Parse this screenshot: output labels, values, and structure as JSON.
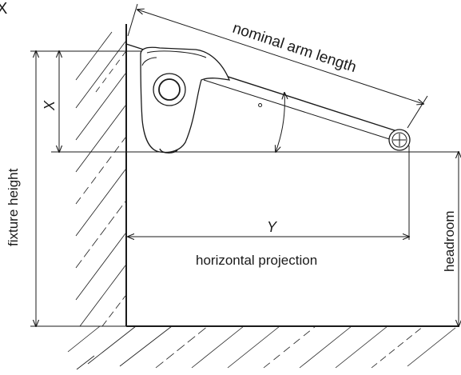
{
  "labels": {
    "corner_letter": "X",
    "nominal_arm_length": "nominal arm length",
    "x_dim": "X",
    "y_dim": "Y",
    "fixture_height": "fixture height",
    "horizontal_projection": "horizontal projection",
    "headroom": "headroom",
    "angle_mark": "°"
  }
}
